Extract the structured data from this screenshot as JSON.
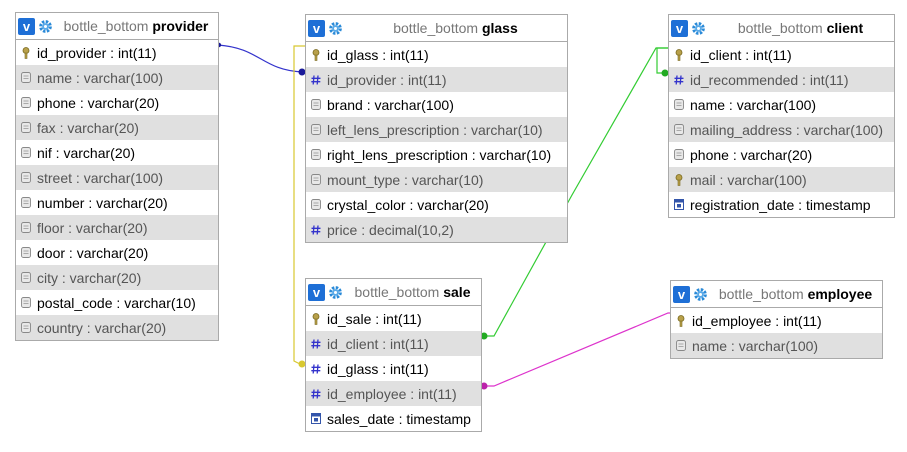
{
  "schema": "bottle_bottom",
  "tables": {
    "provider": {
      "name": "provider",
      "columns": [
        {
          "name": "id_provider",
          "type": "int(11)",
          "icon": "key-icon"
        },
        {
          "name": "name",
          "type": "varchar(100)",
          "icon": "field-icon"
        },
        {
          "name": "phone",
          "type": "varchar(20)",
          "icon": "field-icon"
        },
        {
          "name": "fax",
          "type": "varchar(20)",
          "icon": "field-icon"
        },
        {
          "name": "nif",
          "type": "varchar(20)",
          "icon": "field-icon"
        },
        {
          "name": "street",
          "type": "varchar(100)",
          "icon": "field-icon"
        },
        {
          "name": "number",
          "type": "varchar(20)",
          "icon": "field-icon"
        },
        {
          "name": "floor",
          "type": "varchar(20)",
          "icon": "field-icon"
        },
        {
          "name": "door",
          "type": "varchar(20)",
          "icon": "field-icon"
        },
        {
          "name": "city",
          "type": "varchar(20)",
          "icon": "field-icon"
        },
        {
          "name": "postal_code",
          "type": "varchar(10)",
          "icon": "field-icon"
        },
        {
          "name": "country",
          "type": "varchar(20)",
          "icon": "field-icon"
        }
      ]
    },
    "glass": {
      "name": "glass",
      "columns": [
        {
          "name": "id_glass",
          "type": "int(11)",
          "icon": "key-icon"
        },
        {
          "name": "id_provider",
          "type": "int(11)",
          "icon": "hash-icon"
        },
        {
          "name": "brand",
          "type": "varchar(100)",
          "icon": "field-icon"
        },
        {
          "name": "left_lens_prescription",
          "type": "varchar(10)",
          "icon": "field-icon"
        },
        {
          "name": "right_lens_prescription",
          "type": "varchar(10)",
          "icon": "field-icon"
        },
        {
          "name": "mount_type",
          "type": "varchar(10)",
          "icon": "field-icon"
        },
        {
          "name": "crystal_color",
          "type": "varchar(20)",
          "icon": "field-icon"
        },
        {
          "name": "price",
          "type": "decimal(10,2)",
          "icon": "hash-icon"
        }
      ]
    },
    "client": {
      "name": "client",
      "columns": [
        {
          "name": "id_client",
          "type": "int(11)",
          "icon": "key-icon"
        },
        {
          "name": "id_recommended",
          "type": "int(11)",
          "icon": "hash-icon"
        },
        {
          "name": "name",
          "type": "varchar(100)",
          "icon": "field-icon"
        },
        {
          "name": "mailing_address",
          "type": "varchar(100)",
          "icon": "field-icon"
        },
        {
          "name": "phone",
          "type": "varchar(20)",
          "icon": "field-icon"
        },
        {
          "name": "mail",
          "type": "varchar(100)",
          "icon": "key-icon"
        },
        {
          "name": "registration_date",
          "type": "timestamp",
          "icon": "clock-icon"
        }
      ]
    },
    "sale": {
      "name": "sale",
      "columns": [
        {
          "name": "id_sale",
          "type": "int(11)",
          "icon": "key-icon"
        },
        {
          "name": "id_client",
          "type": "int(11)",
          "icon": "hash-icon"
        },
        {
          "name": "id_glass",
          "type": "int(11)",
          "icon": "hash-icon"
        },
        {
          "name": "id_employee",
          "type": "int(11)",
          "icon": "hash-icon"
        },
        {
          "name": "sales_date",
          "type": "timestamp",
          "icon": "clock-icon"
        }
      ]
    },
    "employee": {
      "name": "employee",
      "columns": [
        {
          "name": "id_employee",
          "type": "int(11)",
          "icon": "key-icon"
        },
        {
          "name": "name",
          "type": "varchar(100)",
          "icon": "field-icon"
        }
      ]
    }
  },
  "relations": [
    {
      "from": "glass.id_provider",
      "to": "provider.id_provider",
      "color": "#3333cc"
    },
    {
      "from": "sale.id_glass",
      "to": "glass.id_glass",
      "color": "#d8c830"
    },
    {
      "from": "sale.id_client",
      "to": "client.id_client",
      "color": "#33cc33"
    },
    {
      "from": "client.id_recommended",
      "to": "client.id_client",
      "color": "#33cc33"
    },
    {
      "from": "sale.id_employee",
      "to": "employee.id_employee",
      "color": "#dd33cc"
    }
  ],
  "colors": {
    "header_badge": "#1e6fd6",
    "alt_row": "#e0e0e0",
    "border": "#aaaaaa"
  }
}
